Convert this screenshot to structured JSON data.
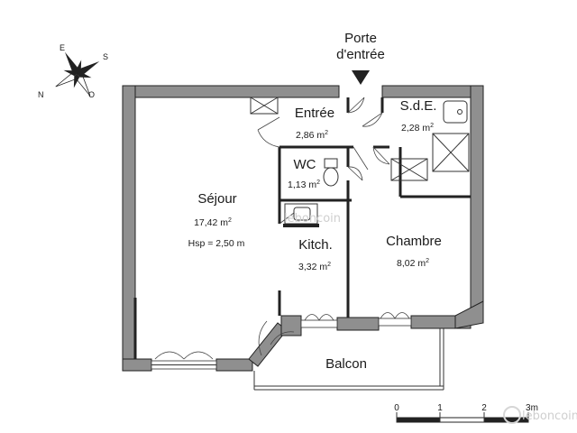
{
  "entrance": {
    "label_line1": "Porte",
    "label_line2": "d'entrée"
  },
  "compass": {
    "n": "N",
    "e": "E",
    "s": "S",
    "o": "O"
  },
  "rooms": {
    "sejour": {
      "name": "Séjour",
      "area": "17,42 m",
      "height": "Hsp = 2,50 m"
    },
    "entree": {
      "name": "Entrée",
      "area": "2,86 m"
    },
    "wc": {
      "name": "WC",
      "area": "1,13 m"
    },
    "sde": {
      "name": "S.d.E.",
      "area": "2,28 m"
    },
    "kitchen": {
      "name": "Kitch.",
      "area": "3,32 m"
    },
    "chambre": {
      "name": "Chambre",
      "area": "8,02 m"
    },
    "balcon": {
      "name": "Balcon"
    }
  },
  "area_unit_exponent": "2",
  "scale": {
    "t0": "0",
    "t1": "1",
    "t2": "2",
    "t3": "3m"
  },
  "watermark": "leboncoin",
  "colors": {
    "wall": "#8f8f8f",
    "ink": "#1a1a1a"
  }
}
